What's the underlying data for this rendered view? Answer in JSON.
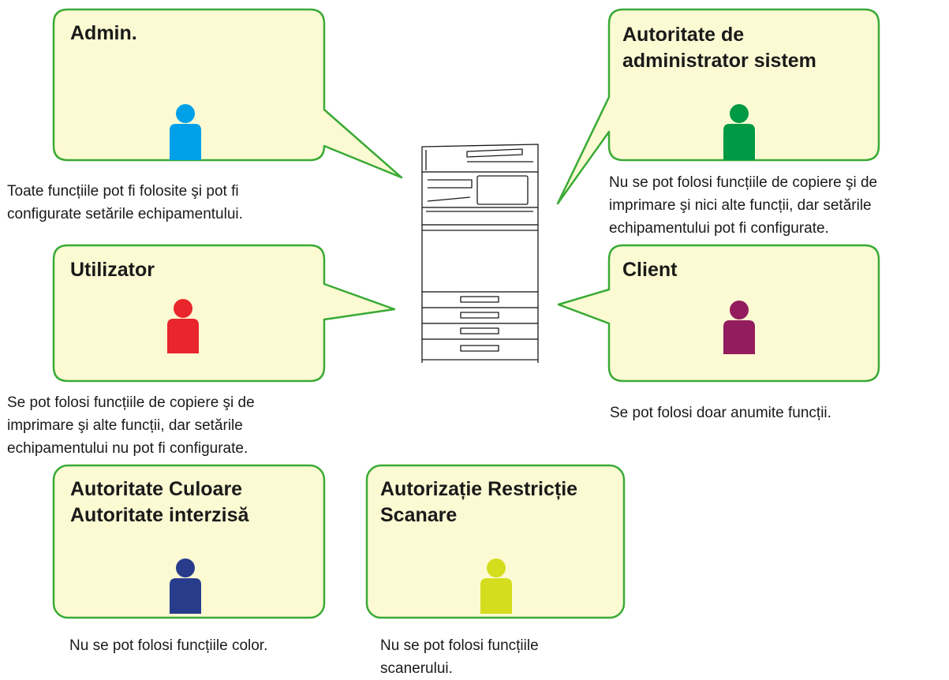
{
  "colors": {
    "bubble_fill": "#fbfad3",
    "bubble_stroke": "#3aaa35"
  },
  "roles": [
    {
      "id": "admin",
      "title_lines": [
        "Admin."
      ],
      "description_lines": [
        "Toate funcțiile pot fi folosite şi pot fi",
        "configurate setările echipamentului."
      ],
      "icon": "person-icon",
      "color": "#00a0e9"
    },
    {
      "id": "system-admin",
      "title_lines": [
        "Autoritate de",
        "administrator sistem"
      ],
      "description_lines": [
        "Nu se pot folosi funcțiile de copiere şi de",
        "imprimare şi nici alte funcții, dar setările",
        "echipamentului pot fi configurate."
      ],
      "icon": "person-icon",
      "color": "#009944"
    },
    {
      "id": "user",
      "title_lines": [
        "Utilizator"
      ],
      "description_lines": [
        "Se pot folosi funcțiile de copiere şi de",
        "imprimare şi alte funcții, dar setările",
        "echipamentului nu pot fi configurate."
      ],
      "icon": "person-icon",
      "color": "#e8262b"
    },
    {
      "id": "client",
      "title_lines": [
        "Client"
      ],
      "description_lines": [
        "Se pot folosi doar anumite funcții."
      ],
      "icon": "person-icon",
      "color": "#931c5e"
    },
    {
      "id": "color-forbidden",
      "title_lines": [
        "Autoritate Culoare",
        "Autoritate interzisă"
      ],
      "description_lines": [
        "Nu se pot folosi funcțiile color."
      ],
      "icon": "person-icon",
      "color": "#283c8c"
    },
    {
      "id": "scan-restriction",
      "title_lines": [
        "Autorizație Restricție",
        "Scanare"
      ],
      "description_lines": [
        "Nu se pot folosi funcțiile",
        "scanerului."
      ],
      "icon": "person-icon",
      "color": "#d6dc1e"
    }
  ],
  "device": {
    "icon": "multifunction-printer-icon"
  }
}
